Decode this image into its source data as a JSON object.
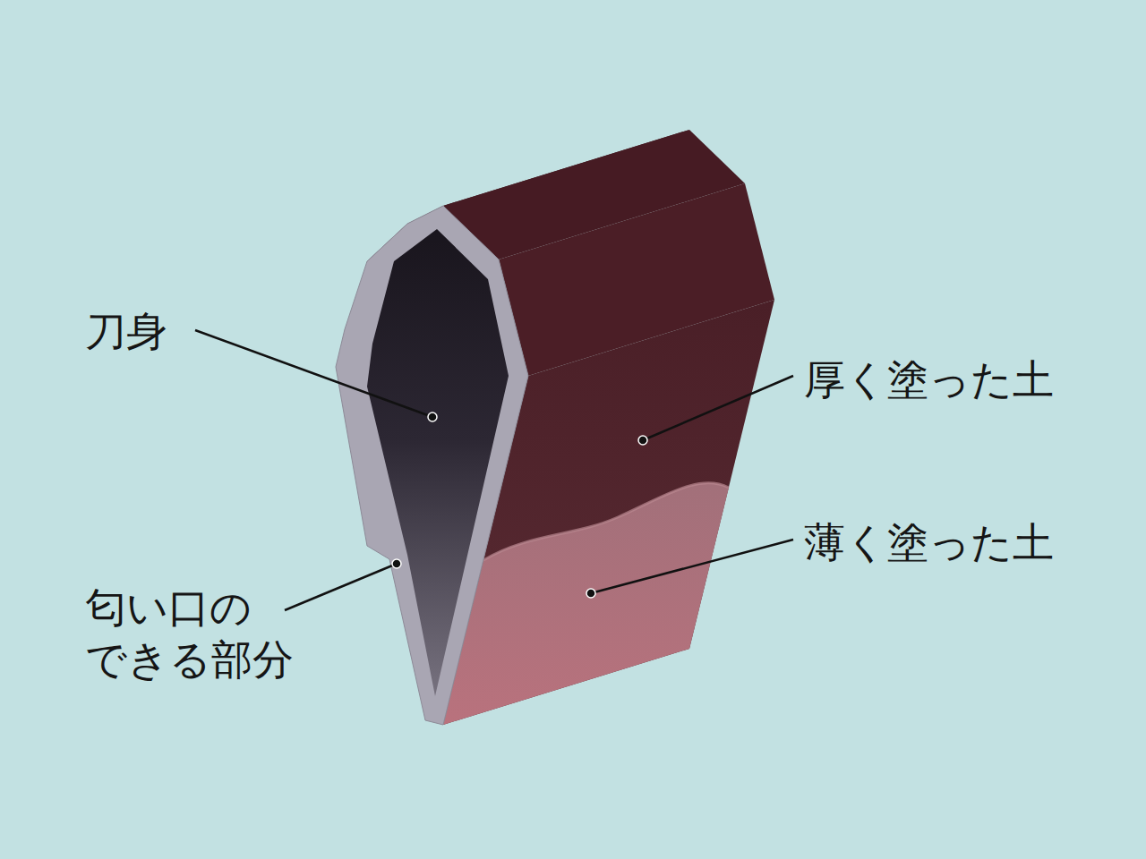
{
  "diagram": {
    "labels": [
      "刀身",
      "厚く塗った土",
      "薄く塗った土",
      "匂い口の できる部分"
    ]
  }
}
